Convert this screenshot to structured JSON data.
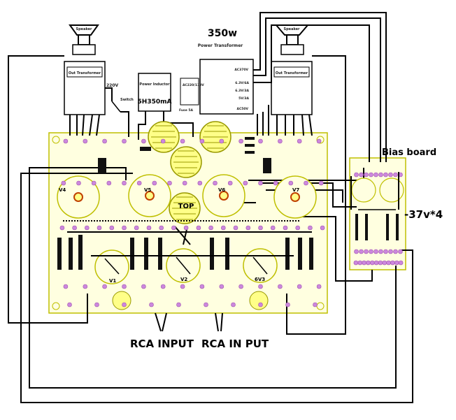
{
  "labels": {
    "power_rating": "350w",
    "power_transformer": "Power Transformer",
    "bias_board": "Bias board",
    "bias_voltage": "-37v*4",
    "rca_input": "RCA INPUT",
    "rca_in_put": "RCA IN PUT",
    "power_inductor": "Power Inductor",
    "inductor_value": "5H350mA",
    "tube_v1": "V1",
    "tube_v2": "V2",
    "tube_v3": "6V3",
    "tube_v4": "V4",
    "tube_v5": "V5",
    "tube_v6": "V6",
    "tube_v7": "V7",
    "tube_top": "TOP",
    "speaker_left": "Speaker",
    "speaker_right": "Speaker",
    "output_transformer_left": "Out Transformer",
    "output_transformer_right": "Out Transformer",
    "switch_label": "Switch",
    "fuse_label": "Fuse 5A",
    "voltage_label": "220V",
    "ac_line": "AC220/110V",
    "pt_tap_1": "AC370V",
    "pt_tap_2": "6.3V/6A",
    "pt_tap_3": "6.3V/3A",
    "pt_tap_4": "5V/3A",
    "pt_tap_5": "AC50V"
  },
  "colors": {
    "wire": "#000000",
    "board": "#ffffe0",
    "board_border": "#bfbf00",
    "pad": "#cc88dd",
    "pad_outline": "#a050b0",
    "cap_fill": "#ffff88",
    "cap_stripe": "#999900",
    "resistor": "#111111"
  }
}
